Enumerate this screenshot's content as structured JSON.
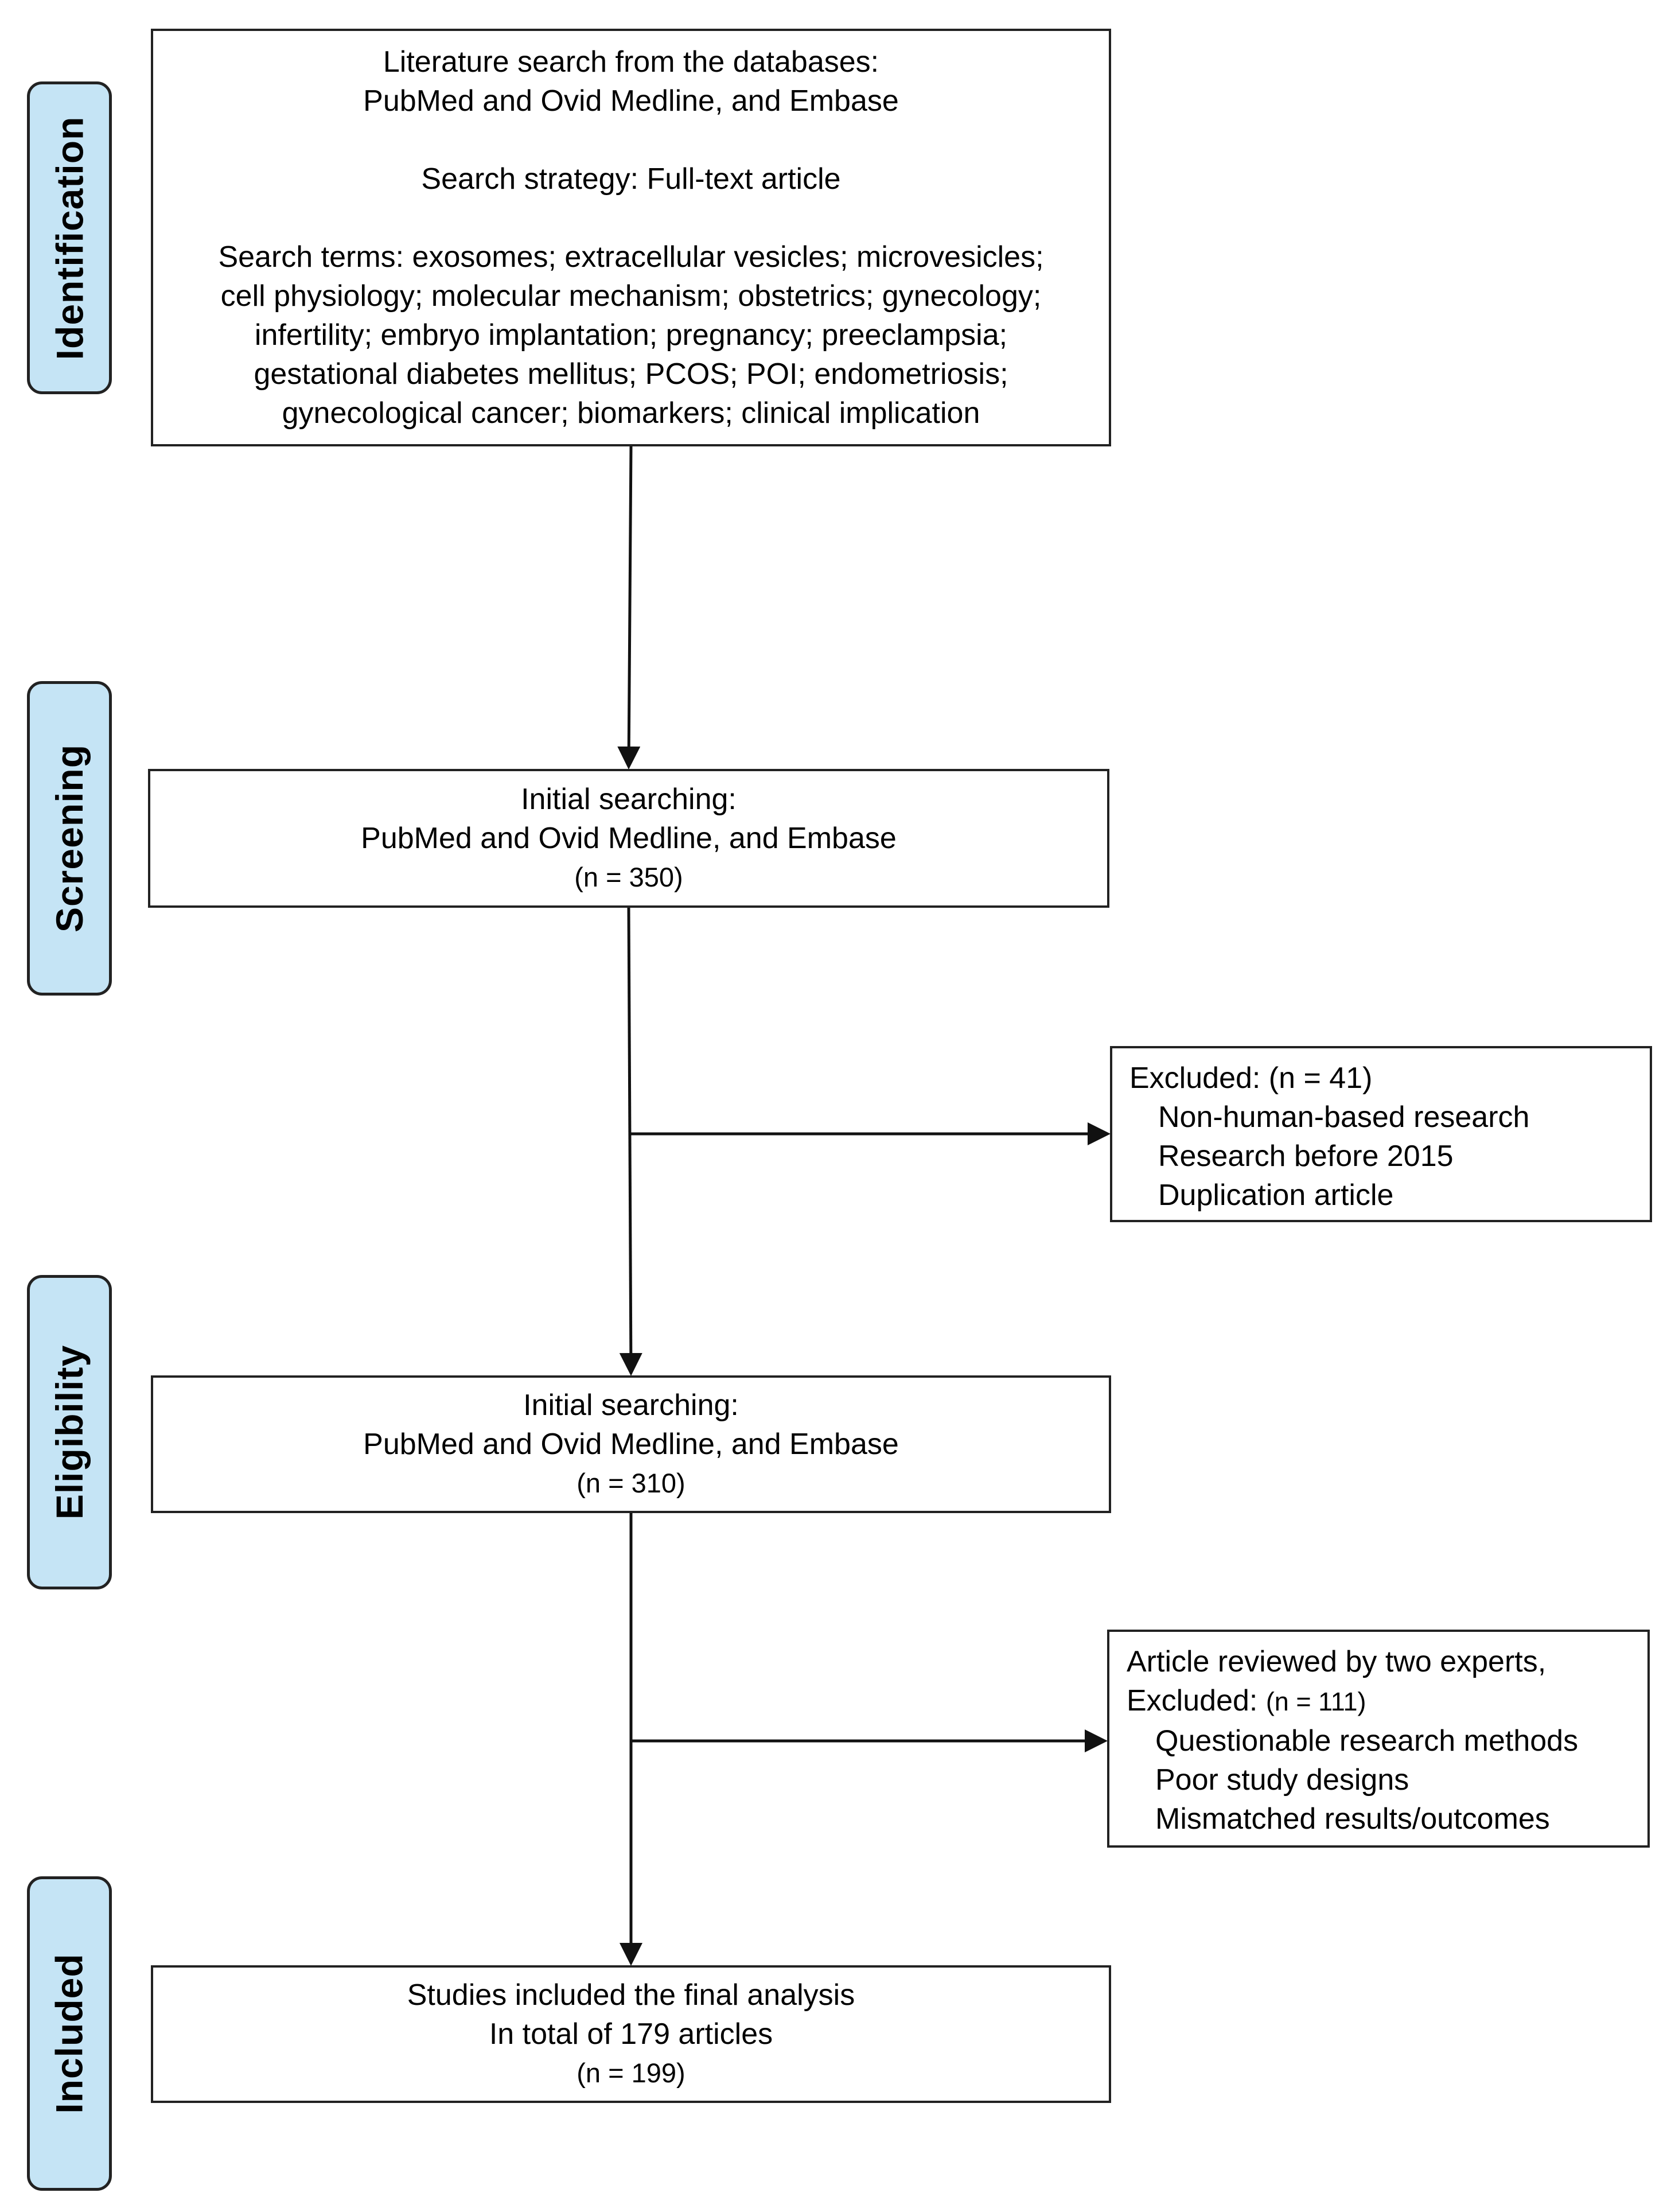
{
  "phases": {
    "identification": "Identification",
    "screening": "Screening",
    "eligibility": "Eligibility",
    "included": "Included"
  },
  "identification_box": {
    "line1": "Literature search from the databases:",
    "line2": "PubMed and Ovid Medline, and Embase",
    "strategy": "Search strategy: Full-text article",
    "terms": [
      "Search terms: exosomes; extracellular vesicles; microvesicles;",
      "cell physiology; molecular mechanism; obstetrics; gynecology;",
      "infertility; embryo implantation; pregnancy; preeclampsia;",
      "gestational diabetes mellitus; PCOS; POI; endometriosis;",
      "gynecological cancer; biomarkers; clinical implication"
    ]
  },
  "screening_box": {
    "line1": "Initial searching:",
    "line2": "PubMed and Ovid Medline, and Embase",
    "count": "(n = 350)"
  },
  "excluded1": {
    "header": "Excluded: (n = 41)",
    "reasons": [
      "Non-human-based research",
      "Research before 2015",
      "Duplication article"
    ]
  },
  "eligibility_box": {
    "line1": "Initial searching:",
    "line2": "PubMed and Ovid Medline, and Embase",
    "count": "(n = 310)"
  },
  "excluded2": {
    "header1": "Article reviewed by two experts,",
    "header2_label": "Excluded: ",
    "header2_count": "(n = 111)",
    "reasons": [
      "Questionable research methods",
      "Poor study designs",
      "Mismatched results/outcomes"
    ]
  },
  "included_box": {
    "line1": "Studies included the final analysis",
    "line2": "In total of 179 articles",
    "count": "(n = 199)"
  }
}
